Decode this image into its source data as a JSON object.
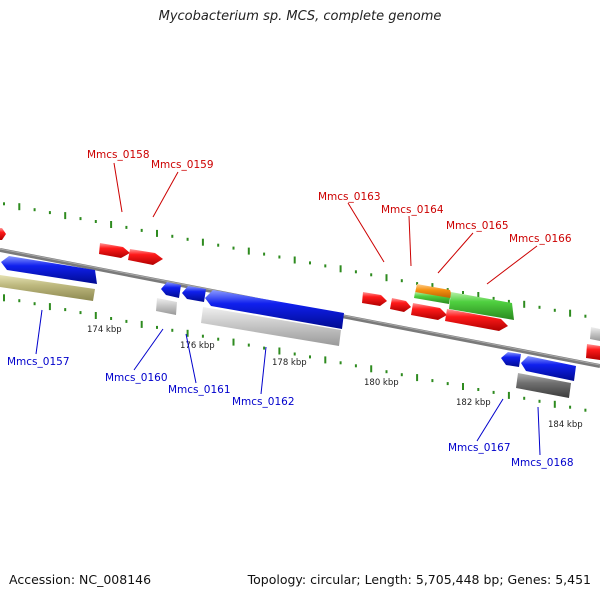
{
  "title": "Mycobacterium sp. MCS, complete genome",
  "footer": {
    "accession": "Accession: NC_008146",
    "topology": "Topology: circular; Length: 5,705,448 bp; Genes: 5,451"
  },
  "colors": {
    "forward_label": "#cc0000",
    "reverse_label": "#0000cc",
    "backbone": "#7a7a7a",
    "tick": "#2e8b1f",
    "gene_red": "#ee0a0a",
    "gene_blue": "#0a14dd",
    "gene_green": "#46c83a",
    "gene_orange": "#f08c14",
    "gene_olive": "#bcb77c",
    "gene_lightgray": "#c8c8c8",
    "gene_darkgray": "#6e6e6e"
  },
  "scale_labels": [
    "174 kbp",
    "176 kbp",
    "178 kbp",
    "180 kbp",
    "182 kbp",
    "184 kbp"
  ],
  "genes_forward": [
    "Mmcs_0158",
    "Mmcs_0159",
    "Mmcs_0163",
    "Mmcs_0164",
    "Mmcs_0165",
    "Mmcs_0166"
  ],
  "genes_reverse": [
    "Mmcs_0157",
    "Mmcs_0160",
    "Mmcs_0161",
    "Mmcs_0162",
    "Mmcs_0167",
    "Mmcs_0168"
  ]
}
